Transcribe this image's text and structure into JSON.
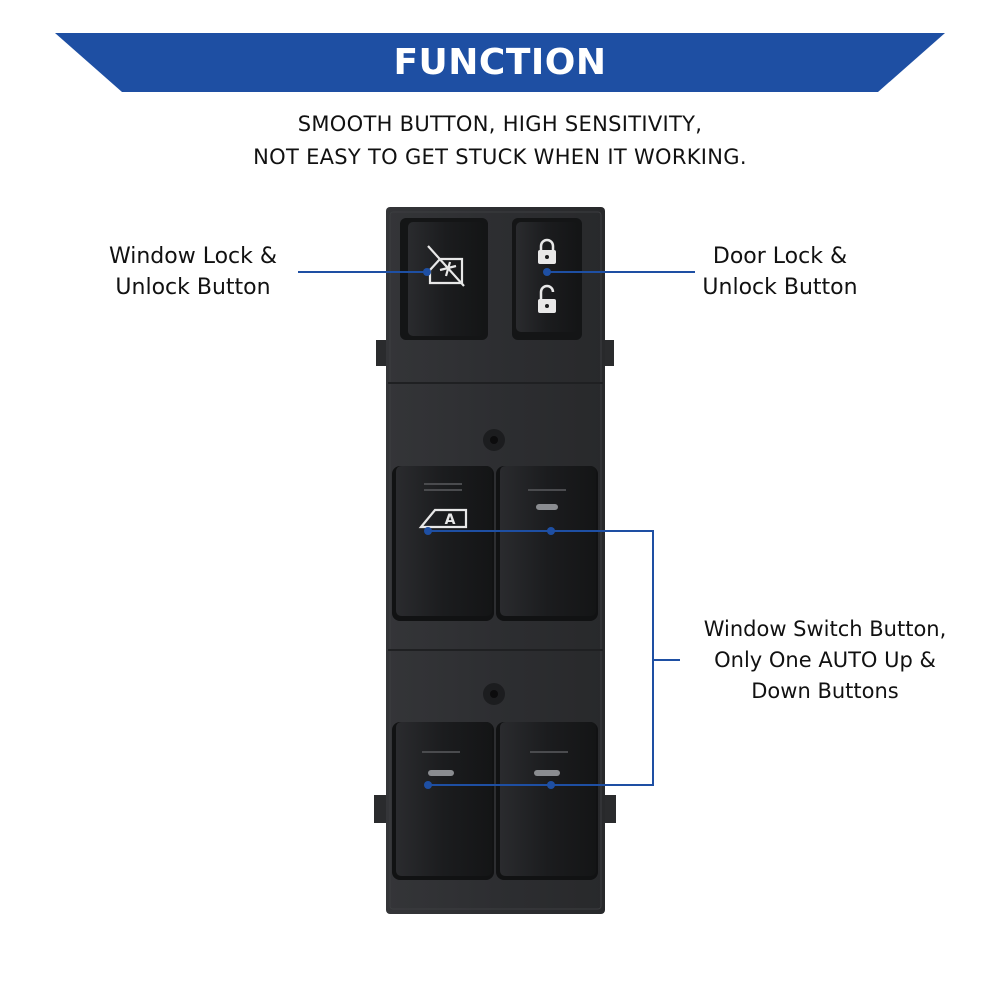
{
  "header": {
    "title": "FUNCTION",
    "subtitle_line1": "SMOOTH BUTTON, HIGH SENSITIVITY,",
    "subtitle_line2": "NOT EASY TO GET STUCK WHEN IT WORKING.",
    "banner_color": "#1e4fa3"
  },
  "callouts": {
    "window_lock": {
      "line1": "Window Lock &",
      "line2": "Unlock Button"
    },
    "door_lock": {
      "line1": "Door Lock &",
      "line2": "Unlock Button"
    },
    "window_switch": {
      "line1": "Window Switch Button,",
      "line2": "Only One AUTO Up &",
      "line3": "Down Buttons"
    }
  },
  "switch_panel": {
    "auto_button_label": "A",
    "icons": [
      "window-lock-icon",
      "lock-icon",
      "unlock-icon",
      "auto-window-icon"
    ]
  },
  "colors": {
    "accent": "#1e4fa3",
    "panel": "#2b2c2e",
    "button": "#1f2022"
  }
}
